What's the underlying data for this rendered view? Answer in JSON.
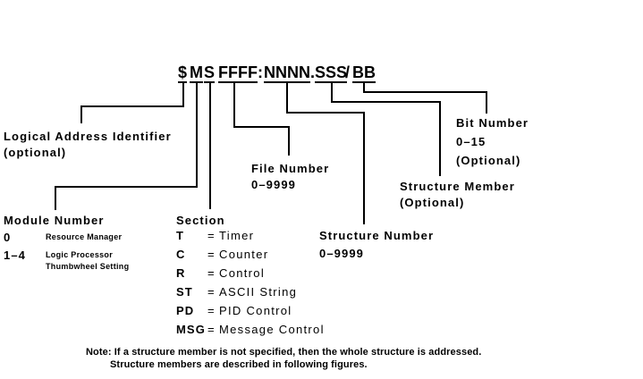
{
  "address_format": {
    "parts": [
      {
        "text": "$",
        "meaning": "logical-address-identifier"
      },
      {
        "text": "M",
        "meaning": "module-number"
      },
      {
        "text": "S",
        "meaning": "section"
      },
      {
        "text": "FFFF",
        "meaning": "file-number"
      },
      {
        "text": ":",
        "meaning": "separator"
      },
      {
        "text": "NNNN",
        "meaning": "structure-number"
      },
      {
        "text": ".",
        "meaning": "separator"
      },
      {
        "text": "SSS",
        "meaning": "structure-member"
      },
      {
        "text": "/",
        "meaning": "separator"
      },
      {
        "text": "BB",
        "meaning": "bit-number"
      }
    ]
  },
  "callouts": {
    "logical_address_identifier": {
      "title": "Logical Address Identifier",
      "subtitle": "(optional)"
    },
    "module_number": {
      "title": "Module Number",
      "rows": [
        {
          "key": "0",
          "desc1": "Resource Manager",
          "desc2": ""
        },
        {
          "key": "1–4",
          "desc1": "Logic Processor",
          "desc2": "Thumbwheel Setting"
        }
      ]
    },
    "section": {
      "title": "Section",
      "eq": "=",
      "rows": [
        {
          "key": "T",
          "value": "Timer"
        },
        {
          "key": "C",
          "value": "Counter"
        },
        {
          "key": "R",
          "value": "Control"
        },
        {
          "key": "ST",
          "value": "ASCII String"
        },
        {
          "key": "PD",
          "value": "PID Control"
        },
        {
          "key": "MSG",
          "value": "Message Control"
        }
      ]
    },
    "file_number": {
      "title": "File Number",
      "subtitle": "0–9999"
    },
    "structure_number": {
      "title": "Structure Number",
      "subtitle": "0–9999"
    },
    "structure_member": {
      "title": "Structure Member",
      "subtitle": "(Optional)"
    },
    "bit_number": {
      "title": "Bit Number",
      "range": "0–15",
      "subtitle": "(Optional)"
    }
  },
  "note": {
    "label": "Note:",
    "line1": "If a structure member is not specified, then the whole structure is addressed.",
    "line2": "Structure members are described in following figures."
  },
  "colors": {
    "ink": "#000000",
    "background": "#ffffff"
  }
}
